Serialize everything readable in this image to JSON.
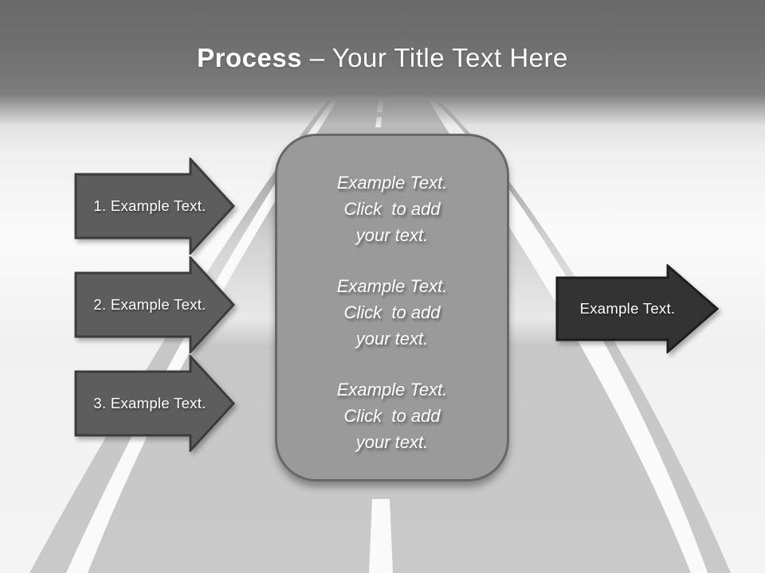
{
  "title": {
    "bold": "Process",
    "rest": " – Your Title Text Here"
  },
  "left_arrows": [
    {
      "label": "1. Example Text."
    },
    {
      "label": "2. Example Text."
    },
    {
      "label": "3. Example Text."
    }
  ],
  "center_box": {
    "blocks": [
      "Example Text.\nClick  to add\nyour text.",
      "Example Text.\nClick  to add\nyour text.",
      "Example Text.\nClick  to add\nyour text."
    ]
  },
  "right_arrow": {
    "label": "Example Text."
  },
  "colors": {
    "header_gray": "#696969",
    "title_color": "#ffffff",
    "arrow_left_fill": "#5d5d5d",
    "arrow_left_border": "#3c3c3c",
    "arrow_right_fill": "#333333",
    "arrow_right_border": "#1e1e1e",
    "box_fill": "#9a9a9a",
    "box_border": "#686868",
    "road_gray": "#c9c9c9"
  }
}
